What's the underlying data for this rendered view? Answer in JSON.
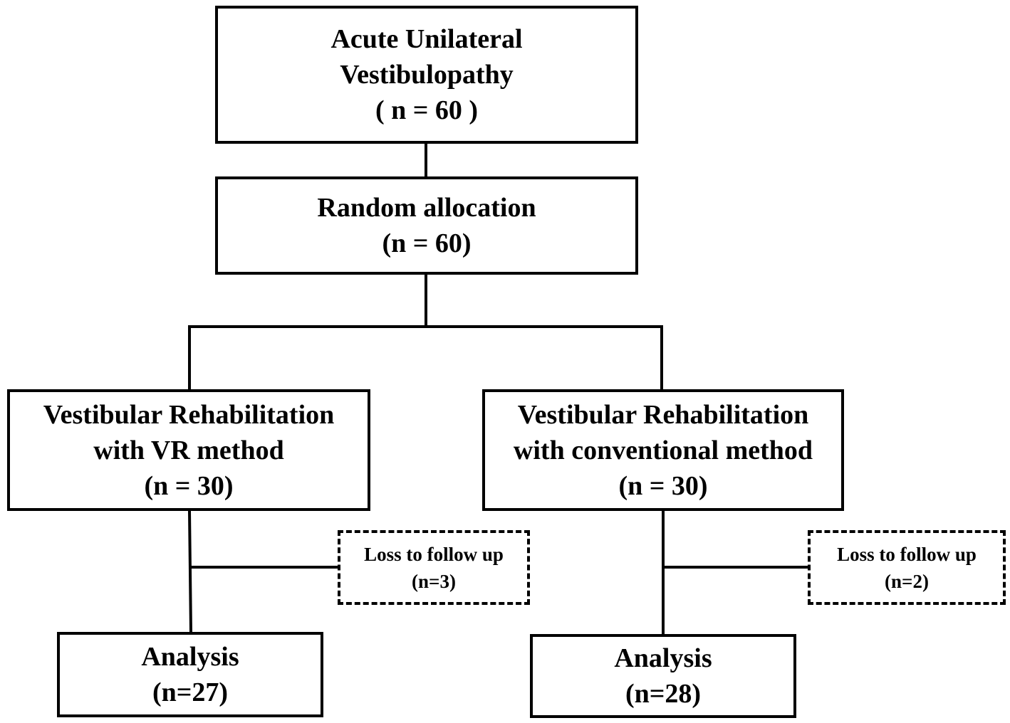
{
  "flowchart": {
    "enrollment": {
      "line1": "Acute Unilateral",
      "line2": "Vestibulopathy",
      "count": "( n = 60 )"
    },
    "allocation": {
      "line1": "Random allocation",
      "count": "(n = 60)"
    },
    "vr_group": {
      "line1": "Vestibular Rehabilitation",
      "line2": "with VR method",
      "count": "(n = 30)"
    },
    "conventional_group": {
      "line1": "Vestibular Rehabilitation",
      "line2": "with conventional method",
      "count": "(n = 30)"
    },
    "vr_loss": {
      "line1": "Loss to follow up",
      "count": "(n=3)"
    },
    "conventional_loss": {
      "line1": "Loss to follow up",
      "count": "(n=2)"
    },
    "vr_analysis": {
      "line1": "Analysis",
      "count": "(n=27)"
    },
    "conventional_analysis": {
      "line1": "Analysis",
      "count": "(n=28)"
    }
  },
  "colors": {
    "stroke": "#000000",
    "background": "#ffffff"
  }
}
